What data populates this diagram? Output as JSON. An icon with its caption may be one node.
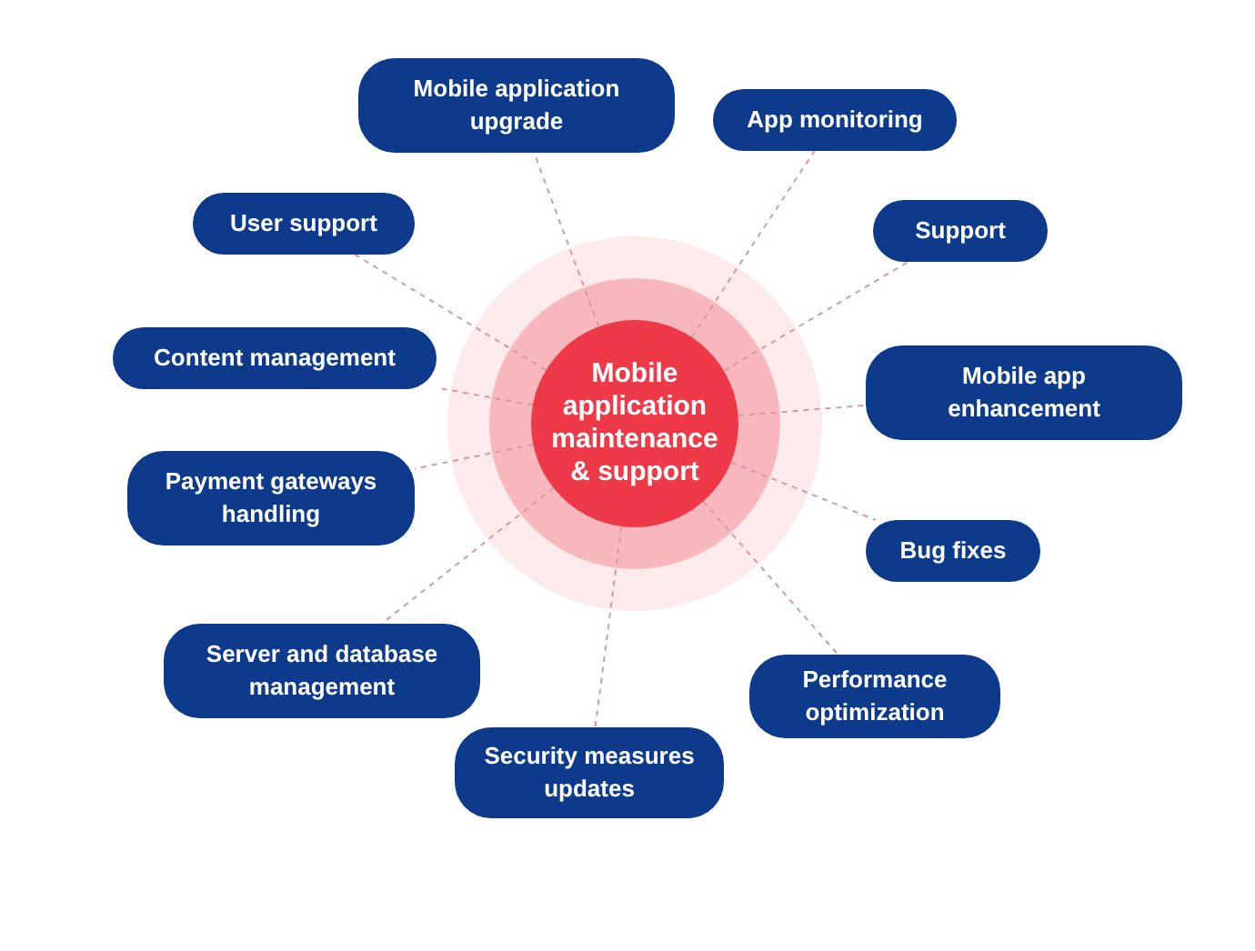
{
  "diagram": {
    "nodes": [
      {
        "text": [
          "Mobile application maintenance & support"
        ]
      },
      {
        "text": [
          "Mobile application upgrade"
        ]
      },
      {
        "text": [
          "App monitoring"
        ]
      },
      {
        "text": [
          "User support"
        ]
      },
      {
        "text": [
          "Support"
        ]
      },
      {
        "text": [
          "Content management"
        ]
      },
      {
        "text": [
          "Mobile app enhancement"
        ]
      },
      {
        "text": [
          "Payment gateways handling"
        ]
      },
      {
        "text": [
          "Bug fixes"
        ]
      },
      {
        "text": [
          "Server and database management"
        ]
      },
      {
        "text": [
          "Performance optimization"
        ]
      },
      {
        "text": [
          "Security measures updates"
        ]
      }
    ],
    "edges": [
      {
        "from": 0,
        "to": 1,
        "arrow": "none",
        "style": "dashed"
      },
      {
        "from": 0,
        "to": 2,
        "arrow": "none",
        "style": "dashed"
      },
      {
        "from": 0,
        "to": 3,
        "arrow": "none",
        "style": "dashed"
      },
      {
        "from": 0,
        "to": 4,
        "arrow": "none",
        "style": "dashed"
      },
      {
        "from": 0,
        "to": 5,
        "arrow": "none",
        "style": "dashed"
      },
      {
        "from": 0,
        "to": 6,
        "arrow": "none",
        "style": "dashed"
      },
      {
        "from": 0,
        "to": 7,
        "arrow": "none",
        "style": "dashed"
      },
      {
        "from": 0,
        "to": 8,
        "arrow": "none",
        "style": "dashed"
      },
      {
        "from": 0,
        "to": 9,
        "arrow": "none",
        "style": "dashed"
      },
      {
        "from": 0,
        "to": 10,
        "arrow": "none",
        "style": "dashed"
      },
      {
        "from": 0,
        "to": 11,
        "arrow": "none",
        "style": "dashed"
      }
    ]
  }
}
